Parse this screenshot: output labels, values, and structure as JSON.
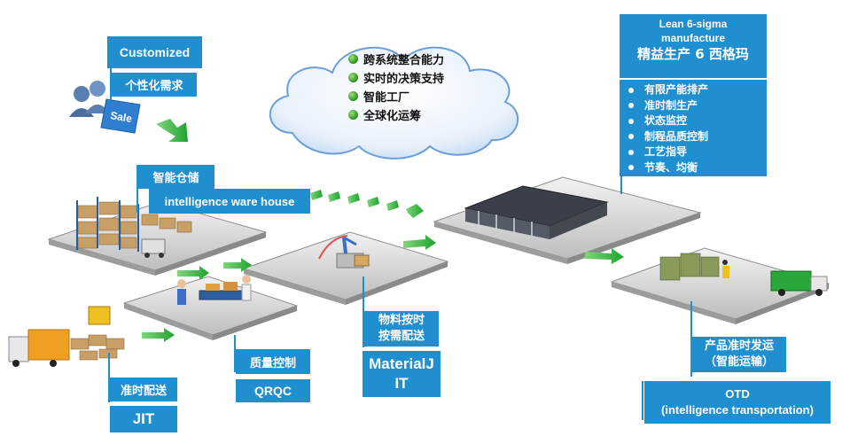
{
  "labels": {
    "customized": "Customized",
    "personalized": "个性化需求",
    "smart_storage": "智能仓储",
    "intelligence_warehouse": "intelligence ware house",
    "jit_cn": "准时配送",
    "jit_en": "JIT",
    "quality_cn": "质量控制",
    "qrqc": "QRQC",
    "material_cn_line1": "物料按时",
    "material_cn_line2": "按需配送",
    "material_en_line1": "MaterialJ",
    "material_en_line2": "IT",
    "product_cn_line1": "产品准时发运",
    "product_cn_line2": "（智能运输）",
    "otd_line1": "OTD",
    "otd_line2": "(intelligence transportation)",
    "sale_tag": "Sale"
  },
  "cloud": {
    "items": [
      "跨系统整合能力",
      "实时的决策支持",
      "智能工厂",
      "全球化运筹"
    ]
  },
  "lean": {
    "title_line1": "Lean 6-sigma",
    "title_line2": "manufacture",
    "title_cn": "精益生产 6 西格玛",
    "items": [
      "有限产能排产",
      "准时制生产",
      "状态监控",
      "制程品质控制",
      "工艺指导",
      "节奏、均衡"
    ]
  },
  "colors": {
    "label_blue": "#1f8fd0",
    "arrow_green": "#3ab54a",
    "platform_gray": "#c9c9c9"
  }
}
